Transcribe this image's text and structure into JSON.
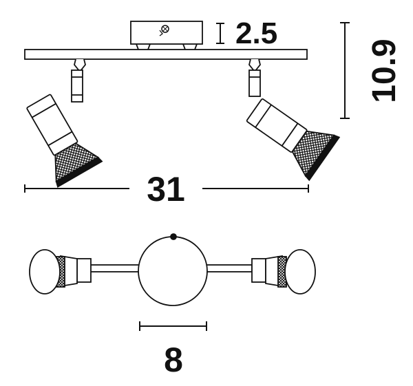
{
  "dimensions": {
    "canopy_height": "2.5",
    "total_height": "10.9",
    "total_width": "31",
    "canopy_diameter": "8"
  },
  "colors": {
    "line": "#111111",
    "background": "#ffffff"
  }
}
